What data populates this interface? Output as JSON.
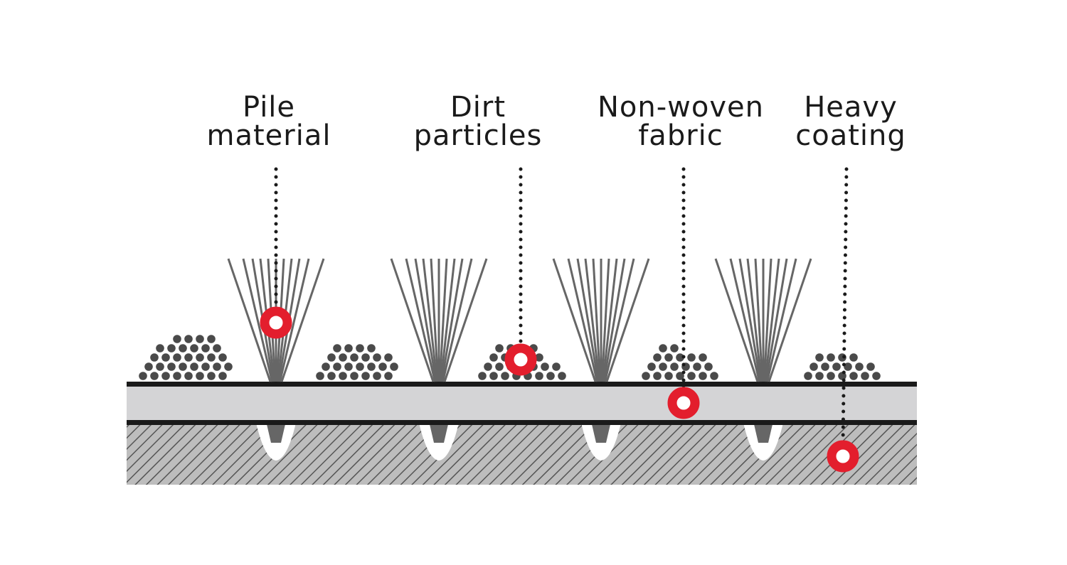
{
  "callouts": [
    {
      "id": "pile",
      "line1": "Pile",
      "line2": "material"
    },
    {
      "id": "dirt",
      "line1": "Dirt",
      "line2": "particles"
    },
    {
      "id": "nonwoven",
      "line1": "Non-woven",
      "line2": "fabric"
    },
    {
      "id": "coating",
      "line1": "Heavy",
      "line2": "coating"
    }
  ],
  "colors": {
    "marker": "#e31e2d",
    "leader": "#1a1a1a",
    "fiber": "#666666",
    "particle": "#4a4a4a",
    "fabric": "#d4d4d6",
    "coating": "#bdbdbd",
    "coating_hatch": "#555555",
    "edge": "#1a1a1a"
  }
}
